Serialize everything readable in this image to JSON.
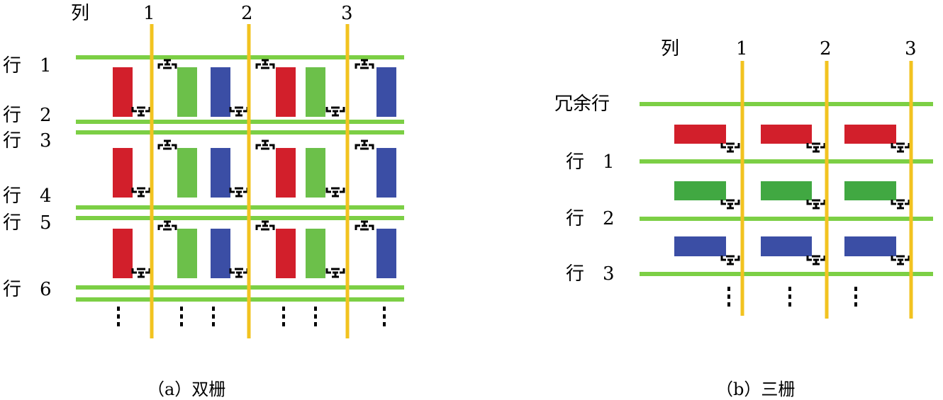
{
  "colors": {
    "row_line": "#7ccf45",
    "col_line": "#f2c320",
    "red": "#d21f2b",
    "green": "#6cc04a",
    "green_b": "#41a842",
    "blue": "#3b4ea5",
    "tft": "#000000"
  },
  "panel_a": {
    "col_header": "列",
    "col_labels": [
      "1",
      "2",
      "3"
    ],
    "row_labels": [
      "行　1",
      "行　2",
      "行　3",
      "行　4",
      "行　5",
      "行　6"
    ],
    "pixel_colors": [
      "red",
      "green",
      "blue",
      "red",
      "green",
      "blue"
    ],
    "ellipsis_count": 6,
    "caption": "（a）双栅"
  },
  "panel_b": {
    "col_header": "列",
    "col_labels": [
      "1",
      "2",
      "3"
    ],
    "dummy_row_label": "冗余行",
    "row_labels": [
      "行　1",
      "行　2",
      "行　3"
    ],
    "row_colors": [
      "red",
      "green_b",
      "blue"
    ],
    "ellipsis_count": 3,
    "caption": "（b）三栅"
  }
}
